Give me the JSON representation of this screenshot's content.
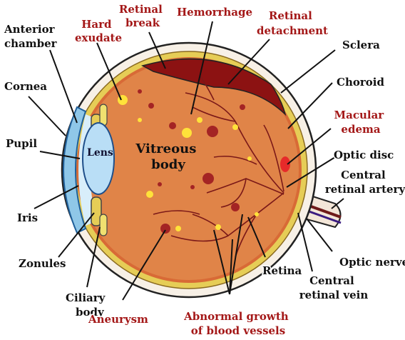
{
  "labels": {
    "anterior_chamber": [
      "Anterior",
      "chamber"
    ],
    "cornea": "Cornea",
    "pupil": "Pupil",
    "iris": "Iris",
    "zonules": "Zonules",
    "ciliary_body": [
      "Ciliary",
      "body"
    ],
    "lens": "Lens",
    "vitreous_body": [
      "Vitreous",
      "body"
    ],
    "hard_exudate": [
      "Hard",
      "exudate"
    ],
    "retinal_break": [
      "Retinal",
      "break"
    ],
    "hemorrhage": "Hemorrhage",
    "retinal_detachment": [
      "Retinal",
      "detachment"
    ],
    "sclera": "Sclera",
    "choroid": "Choroid",
    "macular_edema": [
      "Macular",
      "edema"
    ],
    "optic_disc": "Optic disc",
    "central_retinal_artery": [
      "Central",
      "retinal artery"
    ],
    "optic_nerve": "Optic nerve",
    "central_retinal_vein": [
      "Central",
      "retinal vein"
    ],
    "retina": "Retina",
    "aneurysm": "Aneurysm",
    "abnormal_growth": [
      "Abnormal growth",
      "of blood vessels"
    ]
  },
  "colors": {
    "sclera": "#f7f0e6",
    "choroid": "#e6cd56",
    "vitreous": "#e08448",
    "vitreous_edge": "#c8602c",
    "detachment": "#8c1212",
    "cornea": "#8fc7e8",
    "lens": "#b9def6",
    "vessel": "#7a1818",
    "exudate": "#ffe23a",
    "hemorrhage": "#a42424",
    "label_dark": "#111111",
    "label_red": "#a41818"
  }
}
